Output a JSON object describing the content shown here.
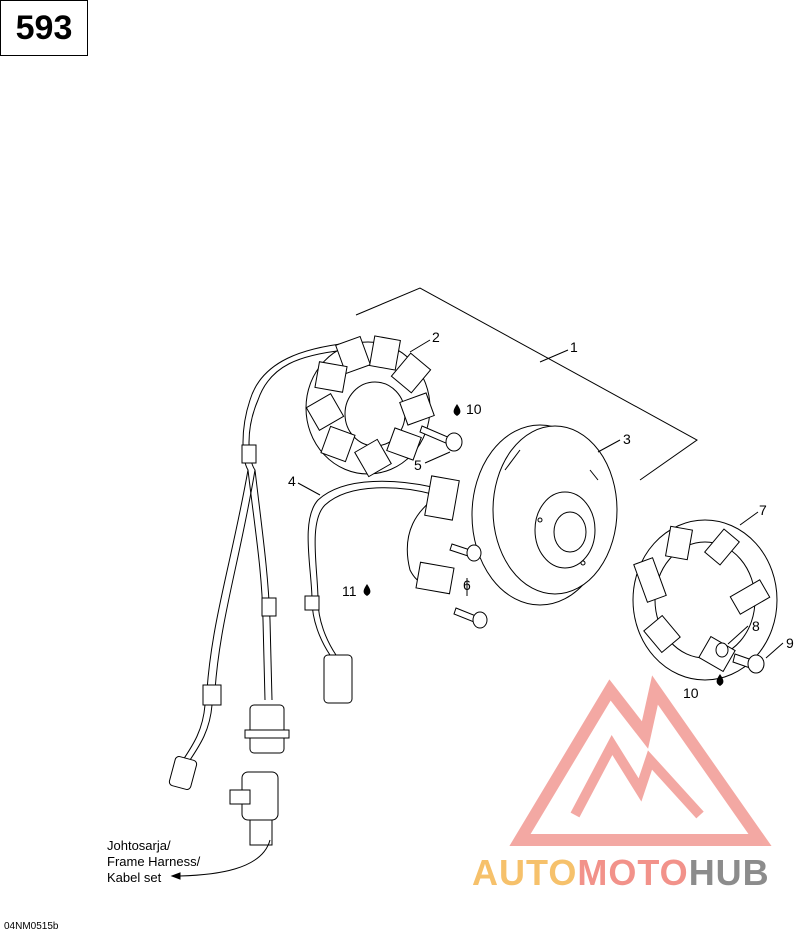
{
  "page_number": "593",
  "callouts": {
    "c1": "1",
    "c2": "2",
    "c3": "3",
    "c4": "4",
    "c5": "5",
    "c6": "6",
    "c7": "7",
    "c8": "8",
    "c9": "9",
    "c10a": "10",
    "c10b": "10",
    "c11": "11"
  },
  "harness_label": {
    "line1": "Johtosarja/",
    "line2": "Frame Harness/",
    "line3": "Kabel set"
  },
  "drawing_code": "04NM0515b",
  "watermark": {
    "part1": "AUTO",
    "part2": "MOTO",
    "part3": "HUB",
    "colors": {
      "part1": "#f6c16b",
      "part2": "#f2928a",
      "part3": "#8c8c8c",
      "logo": "#f29a93"
    }
  },
  "icons": [
    "oil-drop-icon"
  ]
}
